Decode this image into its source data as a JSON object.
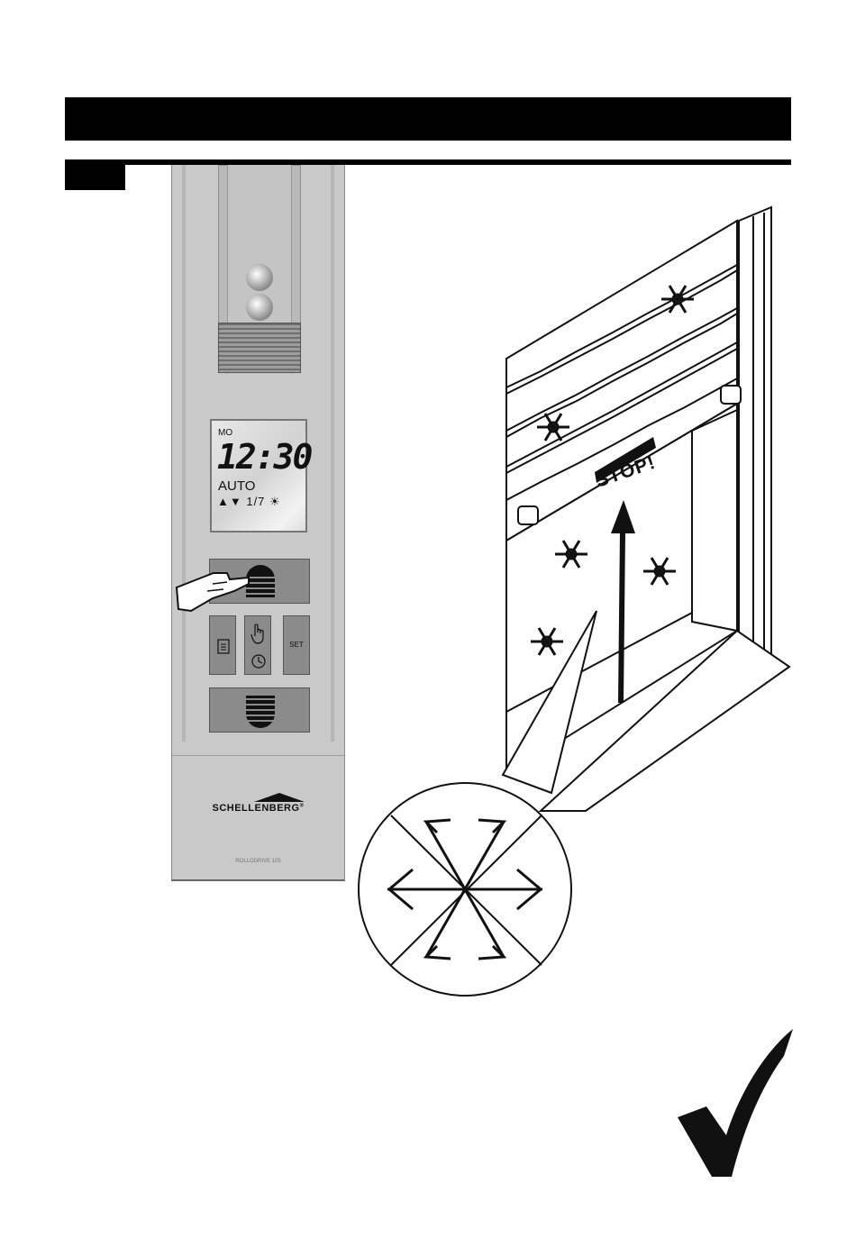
{
  "remote": {
    "lcd": {
      "day": "MO",
      "time": "12:30",
      "mode": "AUTO",
      "icons": "▲▼ 1/7 ☀"
    },
    "set_label": "SET",
    "brand": "SCHELLENBERG",
    "registered": "®",
    "model": "ROLLODRIVE 105"
  },
  "window": {
    "stop_label": "STOP!"
  },
  "icons": [
    "hand-pointer-icon",
    "snowflake-icon",
    "crossed-snowflake-icon",
    "up-arrow-icon",
    "checkmark-icon",
    "menu-icon",
    "hand-icon",
    "clock-icon",
    "up-bars-icon",
    "down-bars-icon"
  ]
}
